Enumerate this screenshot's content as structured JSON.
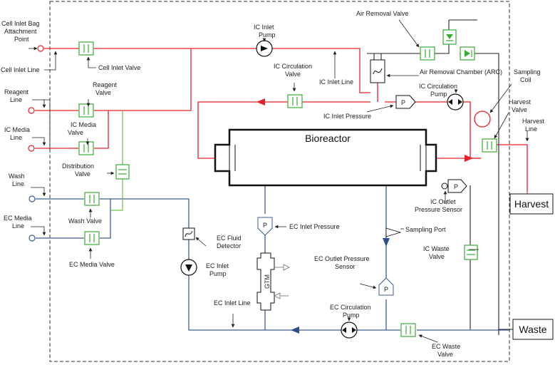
{
  "labels": {
    "cell_inlet_bag": [
      "Cell Inlet Bag",
      "Attachment",
      "Point"
    ],
    "cell_inlet_line": "Cell Inlet Line",
    "cell_inlet_valve": "Cell Inlet Valve",
    "reagent_line": [
      "Reagent",
      "Line"
    ],
    "reagent_valve": [
      "Reagent",
      "Valve"
    ],
    "ic_media_line": [
      "IC Media",
      "Line"
    ],
    "ic_media_valve": [
      "IC Media",
      "Valve"
    ],
    "distribution_valve": [
      "Distribution",
      "Valve"
    ],
    "wash_line": [
      "Wash",
      "Line"
    ],
    "wash_valve": "Wash Valve",
    "ec_media_line": [
      "EC Media",
      "Line"
    ],
    "ec_media_valve": "EC Media Valve",
    "ic_inlet_pump": [
      "IC Inlet",
      "Pump"
    ],
    "ic_circulation_valve": [
      "IC Circulation",
      "Valve"
    ],
    "ic_inlet_line": "IC Inlet Line",
    "air_removal_valve": "Air Removal Valve",
    "air_removal_chamber": "Air Removal Chamber (ARC)",
    "ic_circulation_pump": [
      "IC Circulation",
      "Pump"
    ],
    "ic_inlet_pressure": "IC Inlet Pressure",
    "sampling_coil": [
      "Sampling",
      "Coil"
    ],
    "harvest_valve": [
      "Harvest",
      "Valve"
    ],
    "harvest_line": [
      "Harvest",
      "Line"
    ],
    "bioreactor": "Bioreactor",
    "ic_outlet_pressure_sensor": [
      "IC Outlet",
      "Pressure Sensor"
    ],
    "harvest": "Harvest",
    "ec_inlet_pressure": "EC Inlet Pressure",
    "sampling_port": "Sampling Port",
    "ec_fluid_detector": [
      "EC Fluid",
      "Detector"
    ],
    "ec_inlet_pump": [
      "EC Inlet",
      "Pump"
    ],
    "ic_waste_valve": [
      "IC Waste",
      "Valve"
    ],
    "ec_outlet_pressure_sensor": [
      "EC Outlet Pressure",
      "Sensor"
    ],
    "gtm": "GTM",
    "ec_inlet_line": "EC Inlet Line",
    "ec_circulation_pump": [
      "EC Circulation",
      "Pump"
    ],
    "waste": "Waste",
    "ec_waste_valve": [
      "EC Waste",
      "Valve"
    ],
    "pressure_symbol": "P"
  },
  "colors": {
    "ic_circuit": "#e8202a",
    "ec_circuit": "#3e5c8f",
    "valve": "#3aa935",
    "distribution_line": "#6cc04a"
  }
}
